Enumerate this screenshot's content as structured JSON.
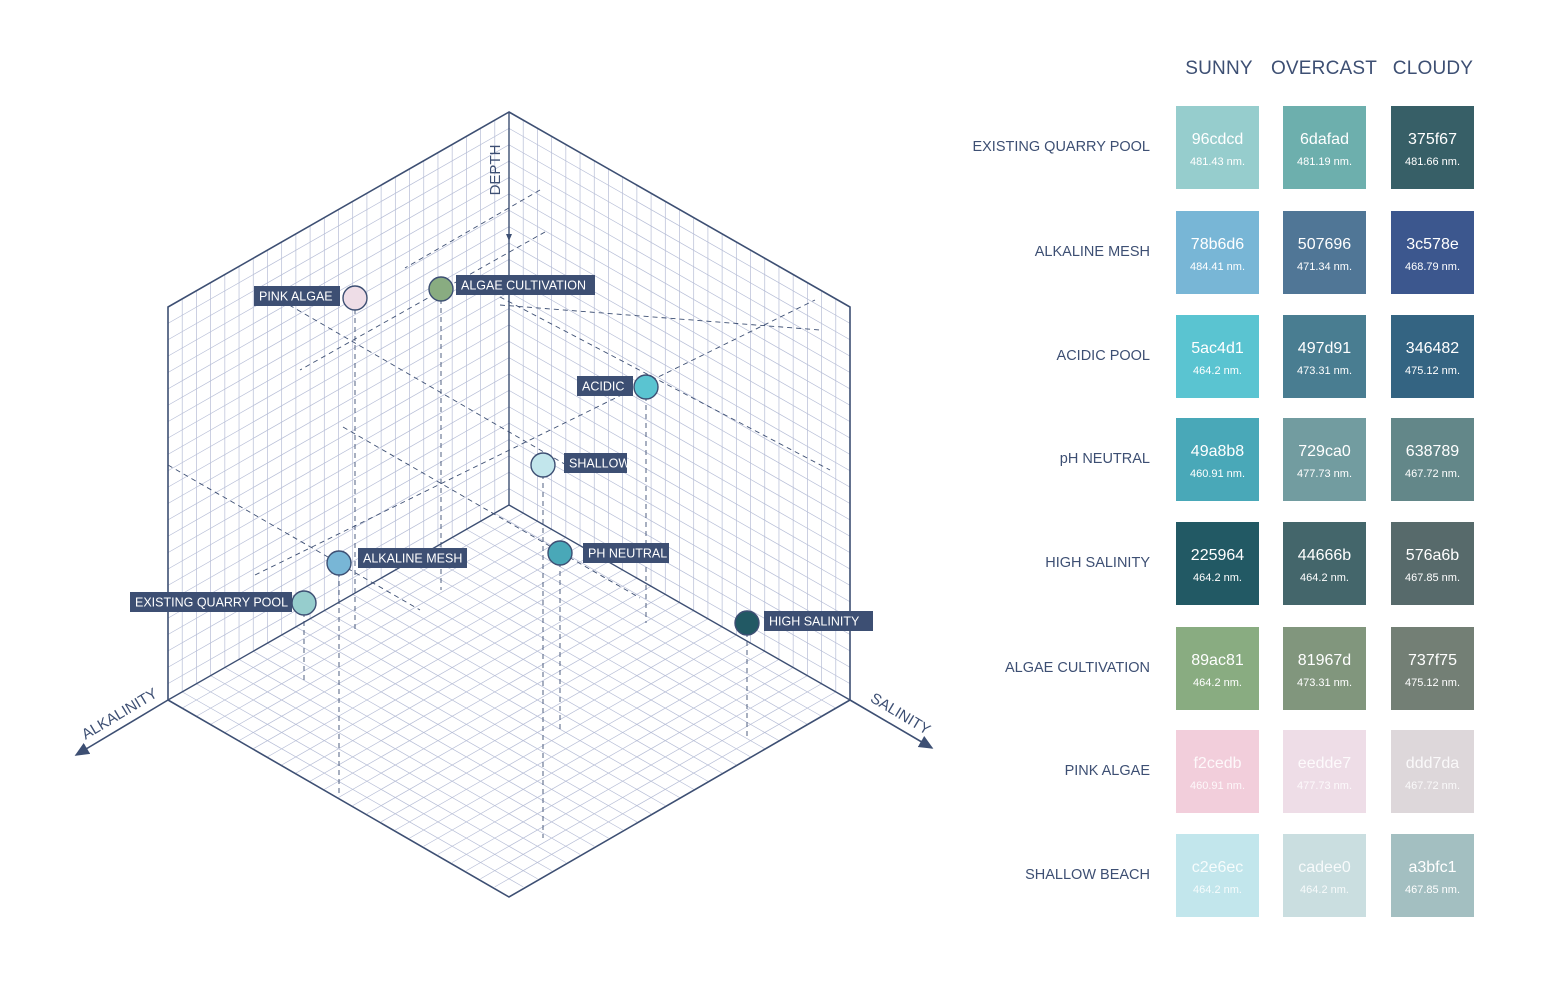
{
  "axes": {
    "depth": "DEPTH",
    "alkalinity": "ALKALINITY",
    "salinity": "SALINITY"
  },
  "points": [
    {
      "id": "pink-algae",
      "label": "PINK ALGAE",
      "color": "#eedde7"
    },
    {
      "id": "algae-cultivation",
      "label": "ALGAE CULTIVATION",
      "color": "#89ac81"
    },
    {
      "id": "acidic",
      "label": "ACIDIC",
      "color": "#5ac4d1"
    },
    {
      "id": "shallow",
      "label": "SHALLOW",
      "color": "#c2e6ec"
    },
    {
      "id": "alkaline-mesh",
      "label": "ALKALINE MESH",
      "color": "#78b6d6"
    },
    {
      "id": "ph-neutral",
      "label": "PH NEUTRAL",
      "color": "#49a8b8"
    },
    {
      "id": "existing-quarry-pool",
      "label": "EXISTING QUARRY POOL",
      "color": "#96cdcd"
    },
    {
      "id": "high-salinity",
      "label": "HIGH SALINITY",
      "color": "#225964"
    }
  ],
  "palette": {
    "columns": [
      "SUNNY",
      "OVERCAST",
      "CLOUDY"
    ],
    "rows": [
      {
        "label": "EXISTING QUARRY POOL",
        "cells": [
          {
            "hex": "96cdcd",
            "nm": "481.43 nm."
          },
          {
            "hex": "6dafad",
            "nm": "481.19 nm."
          },
          {
            "hex": "375f67",
            "nm": "481.66 nm."
          }
        ]
      },
      {
        "label": "ALKALINE MESH",
        "cells": [
          {
            "hex": "78b6d6",
            "nm": "484.41 nm."
          },
          {
            "hex": "507696",
            "nm": "471.34 nm."
          },
          {
            "hex": "3c578e",
            "nm": "468.79 nm."
          }
        ]
      },
      {
        "label": "ACIDIC POOL",
        "cells": [
          {
            "hex": "5ac4d1",
            "nm": "464.2 nm."
          },
          {
            "hex": "497d91",
            "nm": "473.31 nm."
          },
          {
            "hex": "346482",
            "nm": "475.12 nm."
          }
        ]
      },
      {
        "label": "pH NEUTRAL",
        "cells": [
          {
            "hex": "49a8b8",
            "nm": "460.91 nm."
          },
          {
            "hex": "729ca0",
            "nm": "477.73 nm."
          },
          {
            "hex": "638789",
            "nm": "467.72 nm."
          }
        ]
      },
      {
        "label": "HIGH SALINITY",
        "cells": [
          {
            "hex": "225964",
            "nm": "464.2 nm."
          },
          {
            "hex": "44666b",
            "nm": "464.2 nm."
          },
          {
            "hex": "576a6b",
            "nm": "467.85 nm."
          }
        ]
      },
      {
        "label": "ALGAE CULTIVATION",
        "cells": [
          {
            "hex": "89ac81",
            "nm": "464.2 nm."
          },
          {
            "hex": "81967d",
            "nm": "473.31 nm."
          },
          {
            "hex": "737f75",
            "nm": "475.12 nm."
          }
        ]
      },
      {
        "label": "PINK ALGAE",
        "cells": [
          {
            "hex": "f2cedb",
            "nm": "460.91 nm."
          },
          {
            "hex": "eedde7",
            "nm": "477.73 nm."
          },
          {
            "hex": "ddd7da",
            "nm": "467.72 nm."
          }
        ]
      },
      {
        "label": "SHALLOW BEACH",
        "cells": [
          {
            "hex": "c2e6ec",
            "nm": "464.2 nm."
          },
          {
            "hex": "cadee0",
            "nm": "464.2 nm."
          },
          {
            "hex": "a3bfc1",
            "nm": "467.85 nm."
          }
        ]
      }
    ]
  },
  "colors": {
    "navy": "#3d4f73",
    "grid": "#b6bdd6",
    "label_bg": "#3d4f73"
  }
}
